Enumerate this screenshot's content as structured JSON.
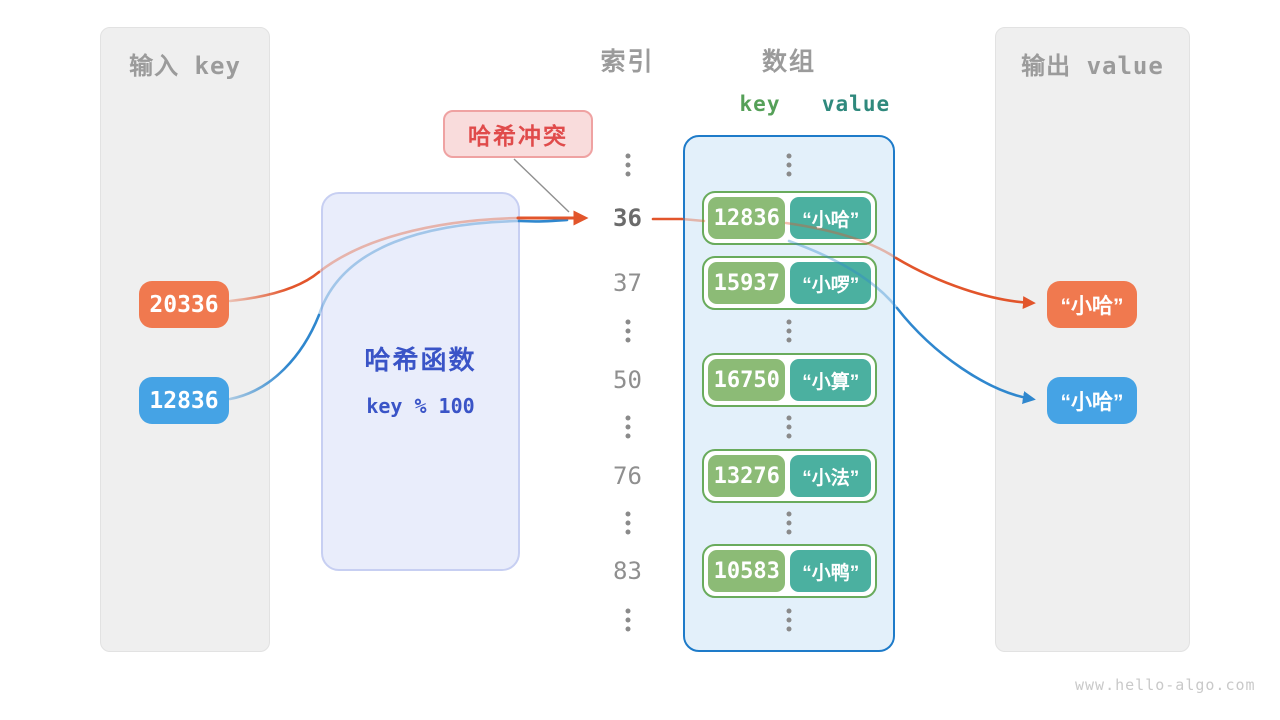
{
  "colors": {
    "orange": "#F0794F",
    "blue": "#45A3E5",
    "arrow-orange": "#E2552B",
    "arrow-blue": "#2F87CE",
    "key-green": "#8CBB76",
    "value-teal": "#4BB0A0",
    "key-green-text": "#55A058",
    "value-teal-text": "#2F897D",
    "row-border": "#69AB5C",
    "array-border": "#1E7BC9",
    "hash-blue": "#3A54C7",
    "collision-red": "#E04B4B"
  },
  "input_panel": {
    "title": "输入 key",
    "keys": [
      {
        "value": "20336",
        "color": "orange"
      },
      {
        "value": "12836",
        "color": "blue"
      }
    ]
  },
  "hash_box": {
    "title": "哈希函数",
    "formula": "key % 100"
  },
  "collision_label": {
    "text": "哈希冲突"
  },
  "index_column": {
    "title": "索引"
  },
  "array_panel": {
    "title": "数组",
    "key_header": "key",
    "value_header": "value"
  },
  "slots": [
    {
      "type": "dots"
    },
    {
      "type": "row",
      "index": "36",
      "index_bold": true,
      "key": "12836",
      "value": "“小哈”"
    },
    {
      "type": "row",
      "index": "37",
      "key": "15937",
      "value": "“小啰”"
    },
    {
      "type": "dots"
    },
    {
      "type": "row",
      "index": "50",
      "key": "16750",
      "value": "“小算”"
    },
    {
      "type": "dots"
    },
    {
      "type": "row",
      "index": "76",
      "key": "13276",
      "value": "“小法”"
    },
    {
      "type": "dots"
    },
    {
      "type": "row",
      "index": "83",
      "key": "10583",
      "value": "“小鸭”"
    },
    {
      "type": "dots"
    }
  ],
  "output_panel": {
    "title": "输出 value",
    "values": [
      {
        "text": "“小哈”",
        "color": "orange"
      },
      {
        "text": "“小哈”",
        "color": "blue"
      }
    ]
  },
  "watermark": "www.hello-algo.com"
}
